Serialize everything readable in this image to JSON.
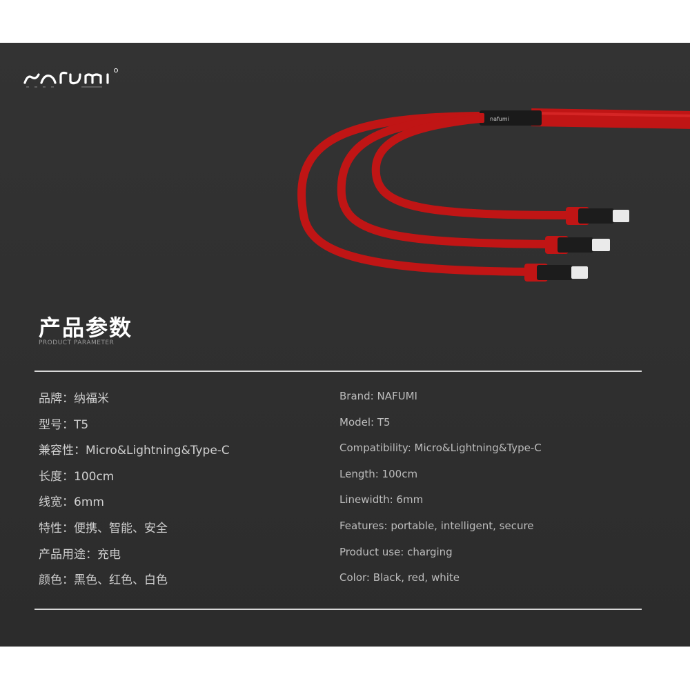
{
  "brand": {
    "logo_text": "nafumi",
    "logo_icon": "nafumi-logo"
  },
  "product_image": {
    "icon": "red-3-in-1-charging-cable",
    "colors": {
      "cable": "#c81a1a",
      "connector": "#1c1c1c",
      "plug": "#e9e9e9"
    }
  },
  "section": {
    "title": "产品参数",
    "subtitle": "PRODUCT PARAMETER"
  },
  "specs": [
    {
      "cn": "品牌：纳福米",
      "en": "Brand: NAFUMI"
    },
    {
      "cn": "型号：T5",
      "en": "Model: T5"
    },
    {
      "cn": "兼容性：Micro&Lightning&Type-C",
      "en": "Compatibility: Micro&Lightning&Type-C"
    },
    {
      "cn": "长度：100cm",
      "en": "Length: 100cm"
    },
    {
      "cn": "线宽：6mm",
      "en": "Linewidth: 6mm"
    },
    {
      "cn": "特性：便携、智能、安全",
      "en": "Features: portable, intelligent, secure"
    },
    {
      "cn": "产品用途：充电",
      "en": "Product use: charging"
    },
    {
      "cn": "颜色：黑色、红色、白色",
      "en": "Color: Black, red, white"
    }
  ],
  "colors": {
    "background": "#303030",
    "rule": "#d8d8d8",
    "title": "#ffffff"
  }
}
